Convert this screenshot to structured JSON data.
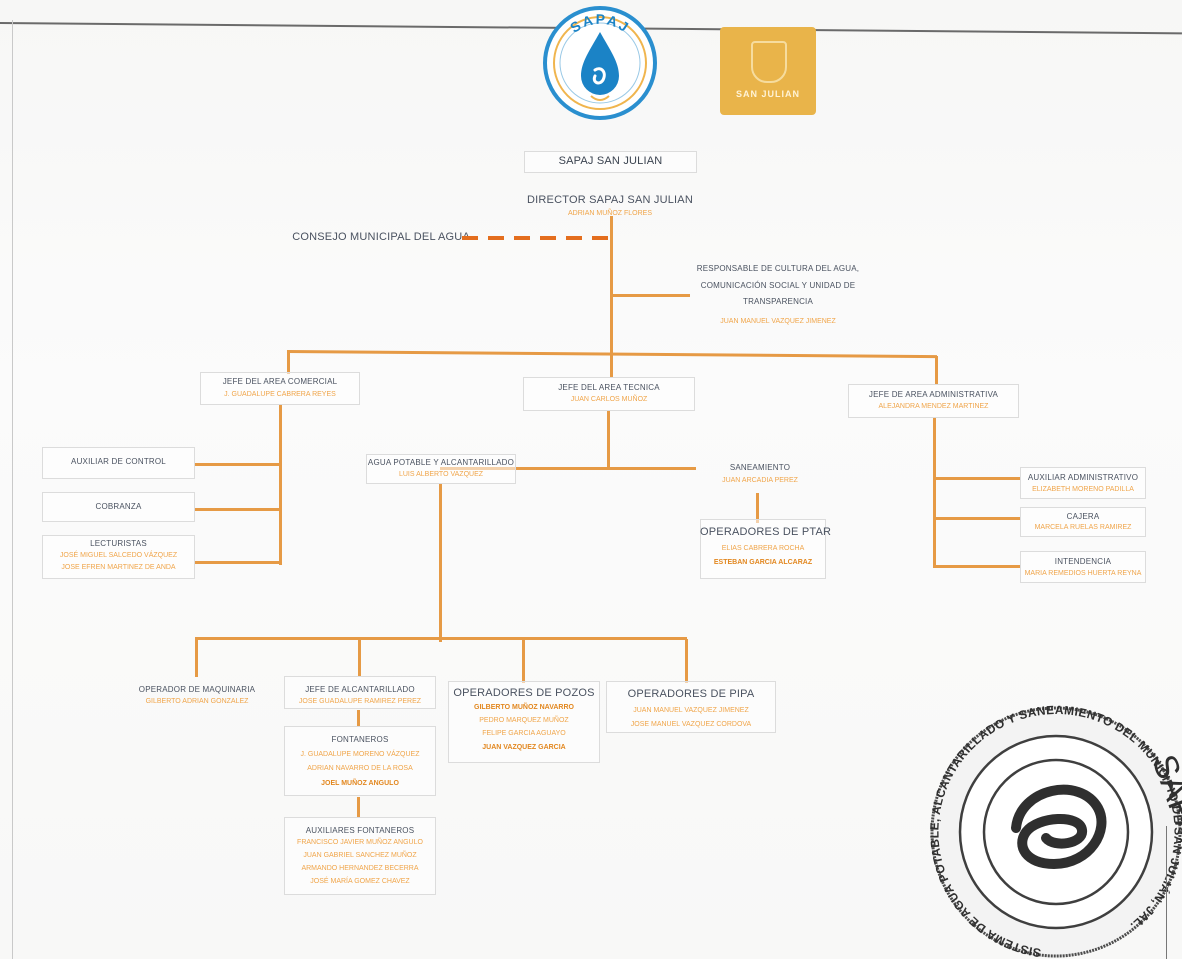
{
  "header": {
    "org_title": "SAPAJ SAN JULIAN",
    "logo_text": "SAPAJ",
    "logo2_text": "SAN JULIAN"
  },
  "director": {
    "title": "DIRECTOR SAPAJ SAN JULIAN",
    "name": "ADRIAN MUÑOZ FLORES"
  },
  "consejo": "CONSEJO MUNICIPAL DEL AGUA",
  "cultura": {
    "title_line1": "RESPONSABLE DE CULTURA DEL AGUA,",
    "title_line2": "COMUNICACIÓN SOCIAL Y UNIDAD DE",
    "title_line3": "TRANSPARENCIA",
    "name": "JUAN MANUEL VAZQUEZ JIMENEZ"
  },
  "comercial": {
    "title": "JEFE DEL AREA COMERCIAL",
    "name": "J. GUADALUPE CABRERA REYES"
  },
  "tecnica": {
    "title": "JEFE DEL AREA TECNICA",
    "name": "JUAN CARLOS MUÑOZ"
  },
  "administrativa": {
    "title": "JEFE DE AREA ADMINISTRATIVA",
    "name": "ALEJANDRA MENDEZ MARTINEZ"
  },
  "comercial_units": {
    "control": "AUXILIAR DE CONTROL",
    "cobranza": "COBRANZA",
    "lecturistas": "LECTURISTAS",
    "lect_name1": "JOSÉ MIGUEL SALCEDO VÁZQUEZ",
    "lect_name2": "JOSE EFREN MARTINEZ DE ANDA"
  },
  "agua": {
    "title": "AGUA POTABLE Y ALCANTARILLADO",
    "name": "LUIS ALBERTO VAZQUEZ"
  },
  "saneamiento": {
    "title": "SANEAMIENTO",
    "name": "JUAN ARCADIA PEREZ"
  },
  "ptar": {
    "title": "OPERADORES DE PTAR",
    "name1": "ELIAS CABRERA ROCHA",
    "name2": "ESTEBAN GARCIA ALCARAZ"
  },
  "admin_units": {
    "auxiliar": "AUXILIAR ADMINISTRATIVO",
    "auxiliar_name": "ELIZABETH MORENO PADILLA",
    "caja": "CAJERA",
    "caja_name": "MARCELA RUELAS RAMIREZ",
    "intendencia": "INTENDENCIA",
    "intendencia_name": "MARIA REMEDIOS HUERTA REYNA"
  },
  "bottom": {
    "maquinaria": "OPERADOR DE MAQUINARIA",
    "maquinaria_name": "GILBERTO ADRIAN GONZALEZ",
    "alcantarillado": "JEFE DE ALCANTARILLADO",
    "alcantarillado_name": "JOSE GUADALUPE RAMIREZ PEREZ",
    "fontaneros": "FONTANEROS",
    "font_name1": "J. GUADALUPE MORENO VÁZQUEZ",
    "font_name2": "ADRIAN NAVARRO DE LA ROSA",
    "font_name3": "JOEL MUÑOZ ANGULO",
    "aux_font": "AUXILIARES FONTANEROS",
    "aux_name1": "FRANCISCO JAVIER MUÑOZ ANGULO",
    "aux_name2": "JUAN GABRIEL SANCHEZ MUÑOZ",
    "aux_name3": "ARMANDO HERNANDEZ BECERRA",
    "aux_name4": "JOSÉ MARÍA GOMEZ CHAVEZ",
    "pozos": "OPERADORES DE POZOS",
    "pozos_name1": "GILBERTO MUÑOZ NAVARRO",
    "pozos_name2": "PEDRO MARQUEZ MUÑOZ",
    "pozos_name3": "FELIPE GARCIA AGUAYO",
    "pozos_name4": "JUAN VAZQUEZ GARCIA",
    "pipa": "OPERADORES DE PIPA",
    "pipa_name1": "JUAN MANUEL VAZQUEZ JIMENEZ",
    "pipa_name2": "JOSE MANUEL VAZQUEZ CORDOVA"
  },
  "seal": {
    "ring_text": "SISTEMA DE AGUA POTABLE, ALCANTARILLADO Y SANEAMIENTO DEL MUNICIPIO DE SAN JULIÁN, JAL.",
    "letters": "SAPAJ"
  },
  "colors": {
    "accent_orange": "#e69a45",
    "dash_orange": "#e46e1e",
    "logo_blue": "#1b83c6",
    "logo_gold": "#e9b44a"
  }
}
